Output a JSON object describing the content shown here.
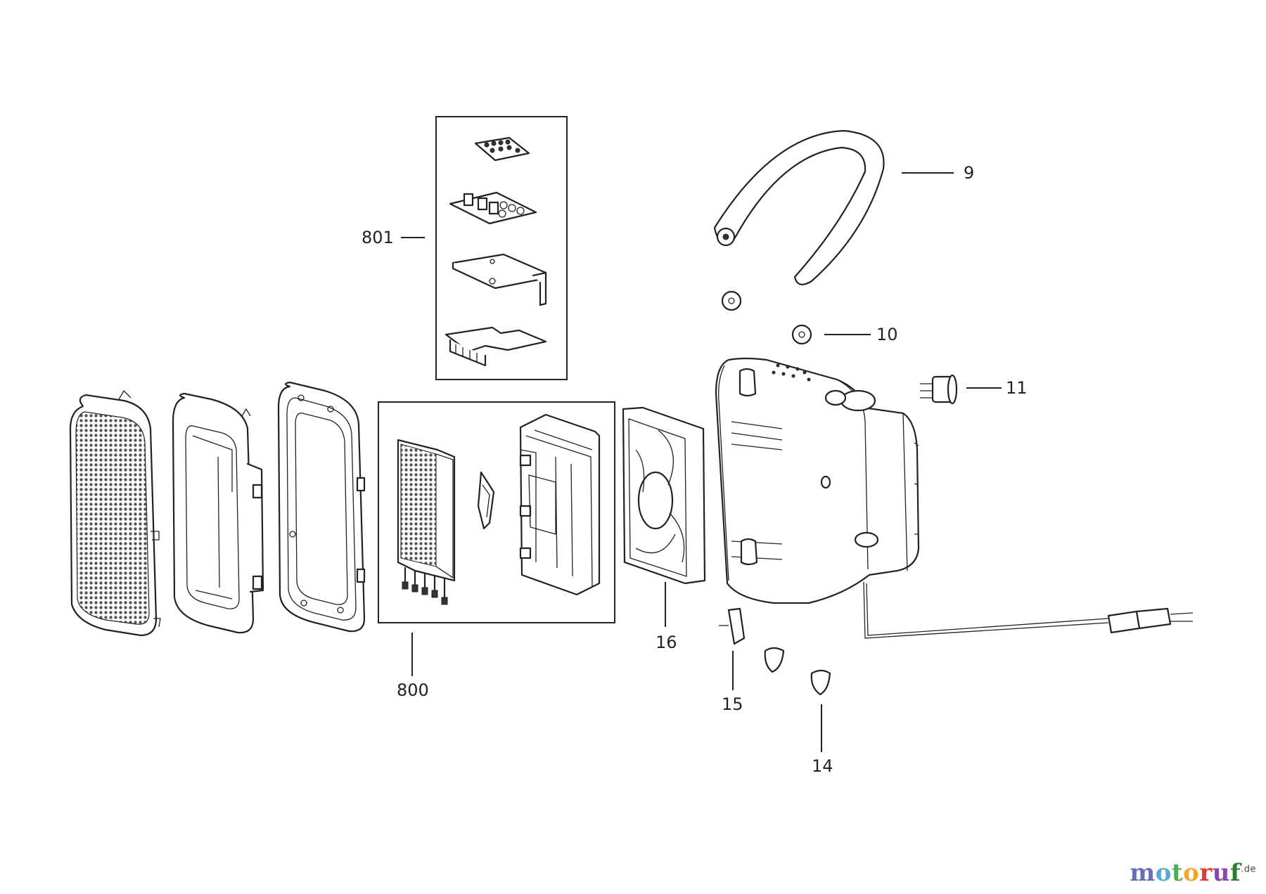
{
  "callouts": {
    "c9": "9",
    "c10": "10",
    "c11": "11",
    "c14": "14",
    "c15": "15",
    "c16": "16",
    "c800": "800",
    "c801": "801"
  },
  "watermark": {
    "text": "motoruf",
    "suffix": ".de"
  }
}
